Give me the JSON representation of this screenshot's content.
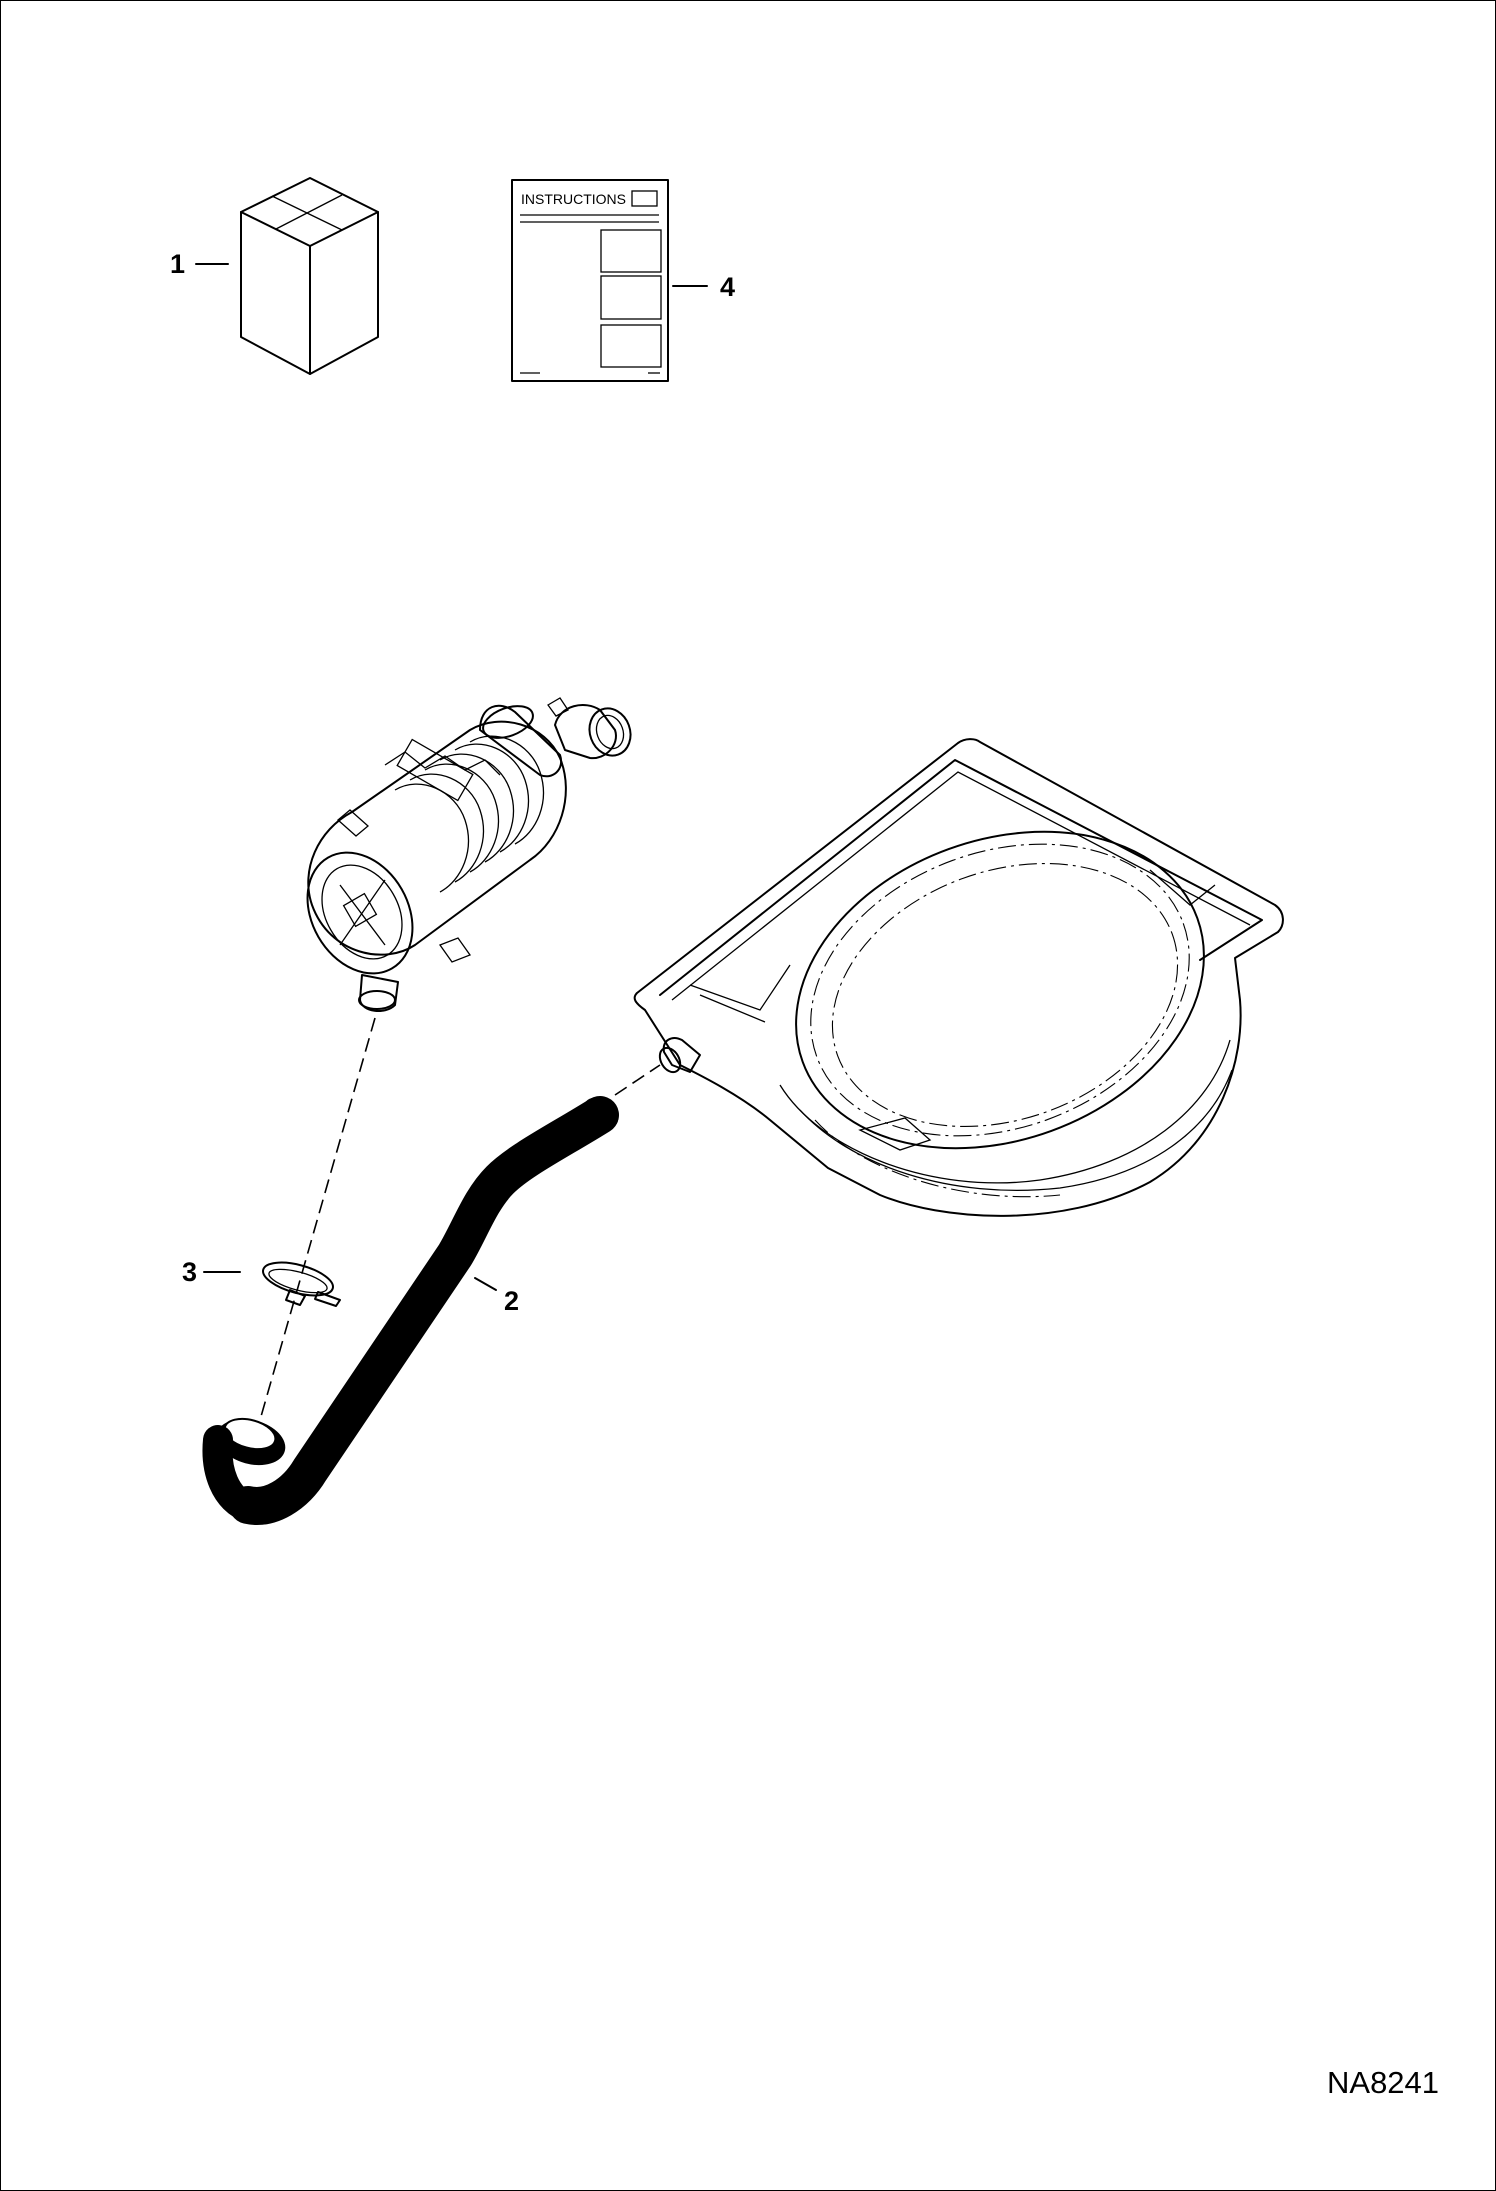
{
  "diagram": {
    "callouts": [
      {
        "id": "1",
        "label": "1"
      },
      {
        "id": "2",
        "label": "2"
      },
      {
        "id": "3",
        "label": "3"
      },
      {
        "id": "4",
        "label": "4"
      }
    ],
    "instructions_sheet": {
      "title": "INSTRUCTIONS"
    },
    "drawing_number": "NA8241"
  }
}
